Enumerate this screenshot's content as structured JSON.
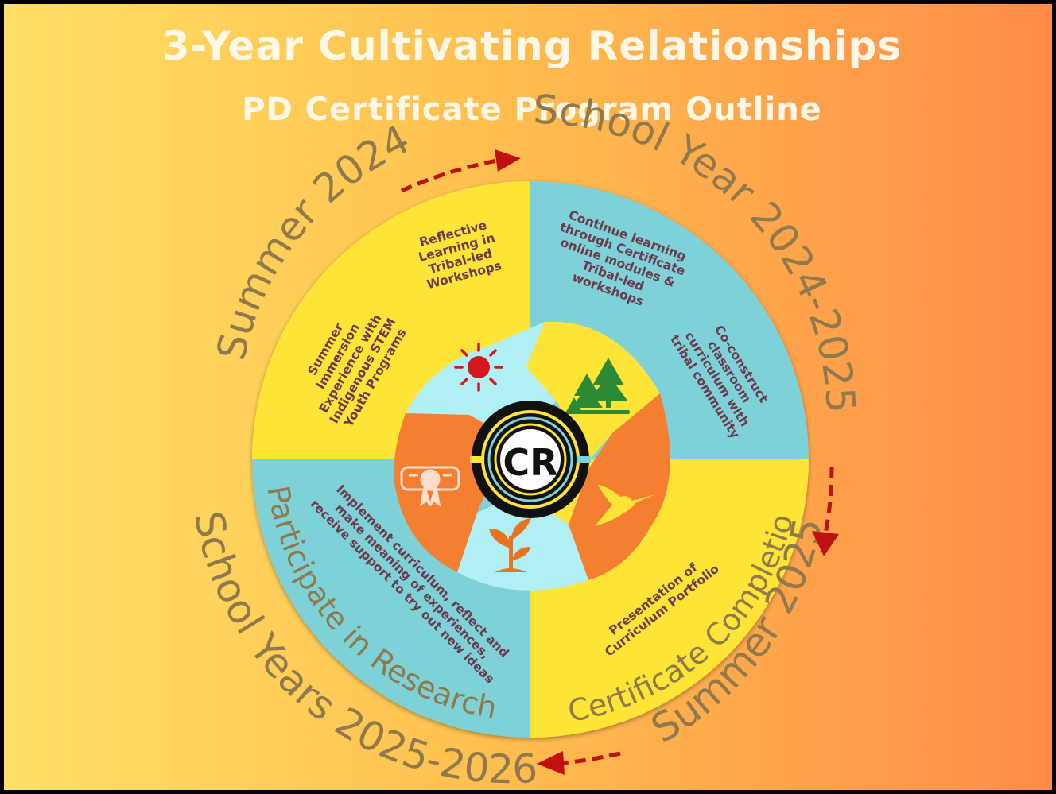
{
  "title": {
    "line1": "3-Year Cultivating Relationships",
    "line2": "PD Certificate Program Outline"
  },
  "phases": [
    {
      "label": "Summer 2024"
    },
    {
      "label": "School Year 2024-2025"
    },
    {
      "label": "Summer 2025"
    },
    {
      "label": "School Years 2025-2026"
    }
  ],
  "inner_labels": {
    "research": "Participate in Research",
    "completion": "Certificate Completion"
  },
  "quadrants": {
    "summer_2024": {
      "immersion": [
        "Summer",
        "Immersion",
        "Experience with",
        "Indigenous STEM",
        "Youth Programs"
      ],
      "reflective": [
        "Reflective",
        "Learning in",
        "Tribal-led",
        "Workshops"
      ]
    },
    "school_year_2024": {
      "continue": [
        "Continue learning",
        "through Certificate",
        "online modules &",
        "Tribal-led",
        "workshops"
      ],
      "coconstruct": [
        "Co-construct",
        "classroom",
        "curriculum with",
        "tribal community"
      ]
    },
    "school_years_2025": {
      "implement": [
        "Implement curriculum, reflect and",
        "make meaning of experiences,",
        "receive support to try out new ideas"
      ]
    },
    "summer_2025": {
      "presentation": [
        "Presentation of",
        "Curriculum Portfolio"
      ]
    }
  },
  "icons": [
    "sun-icon",
    "trees-icon",
    "hummingbird-icon",
    "sprout-icon",
    "certificate-icon",
    "logo-cr"
  ],
  "logo": {
    "text": "CR"
  },
  "colors": {
    "yellow": "#ffe438",
    "teal": "#7fd1d8",
    "orange": "#f47f30",
    "light_blue": "#b0f0f4",
    "arrow_red": "#c0100f",
    "arc_text": "#8f7a4d",
    "quadrant_text": "#6b3a4c"
  }
}
